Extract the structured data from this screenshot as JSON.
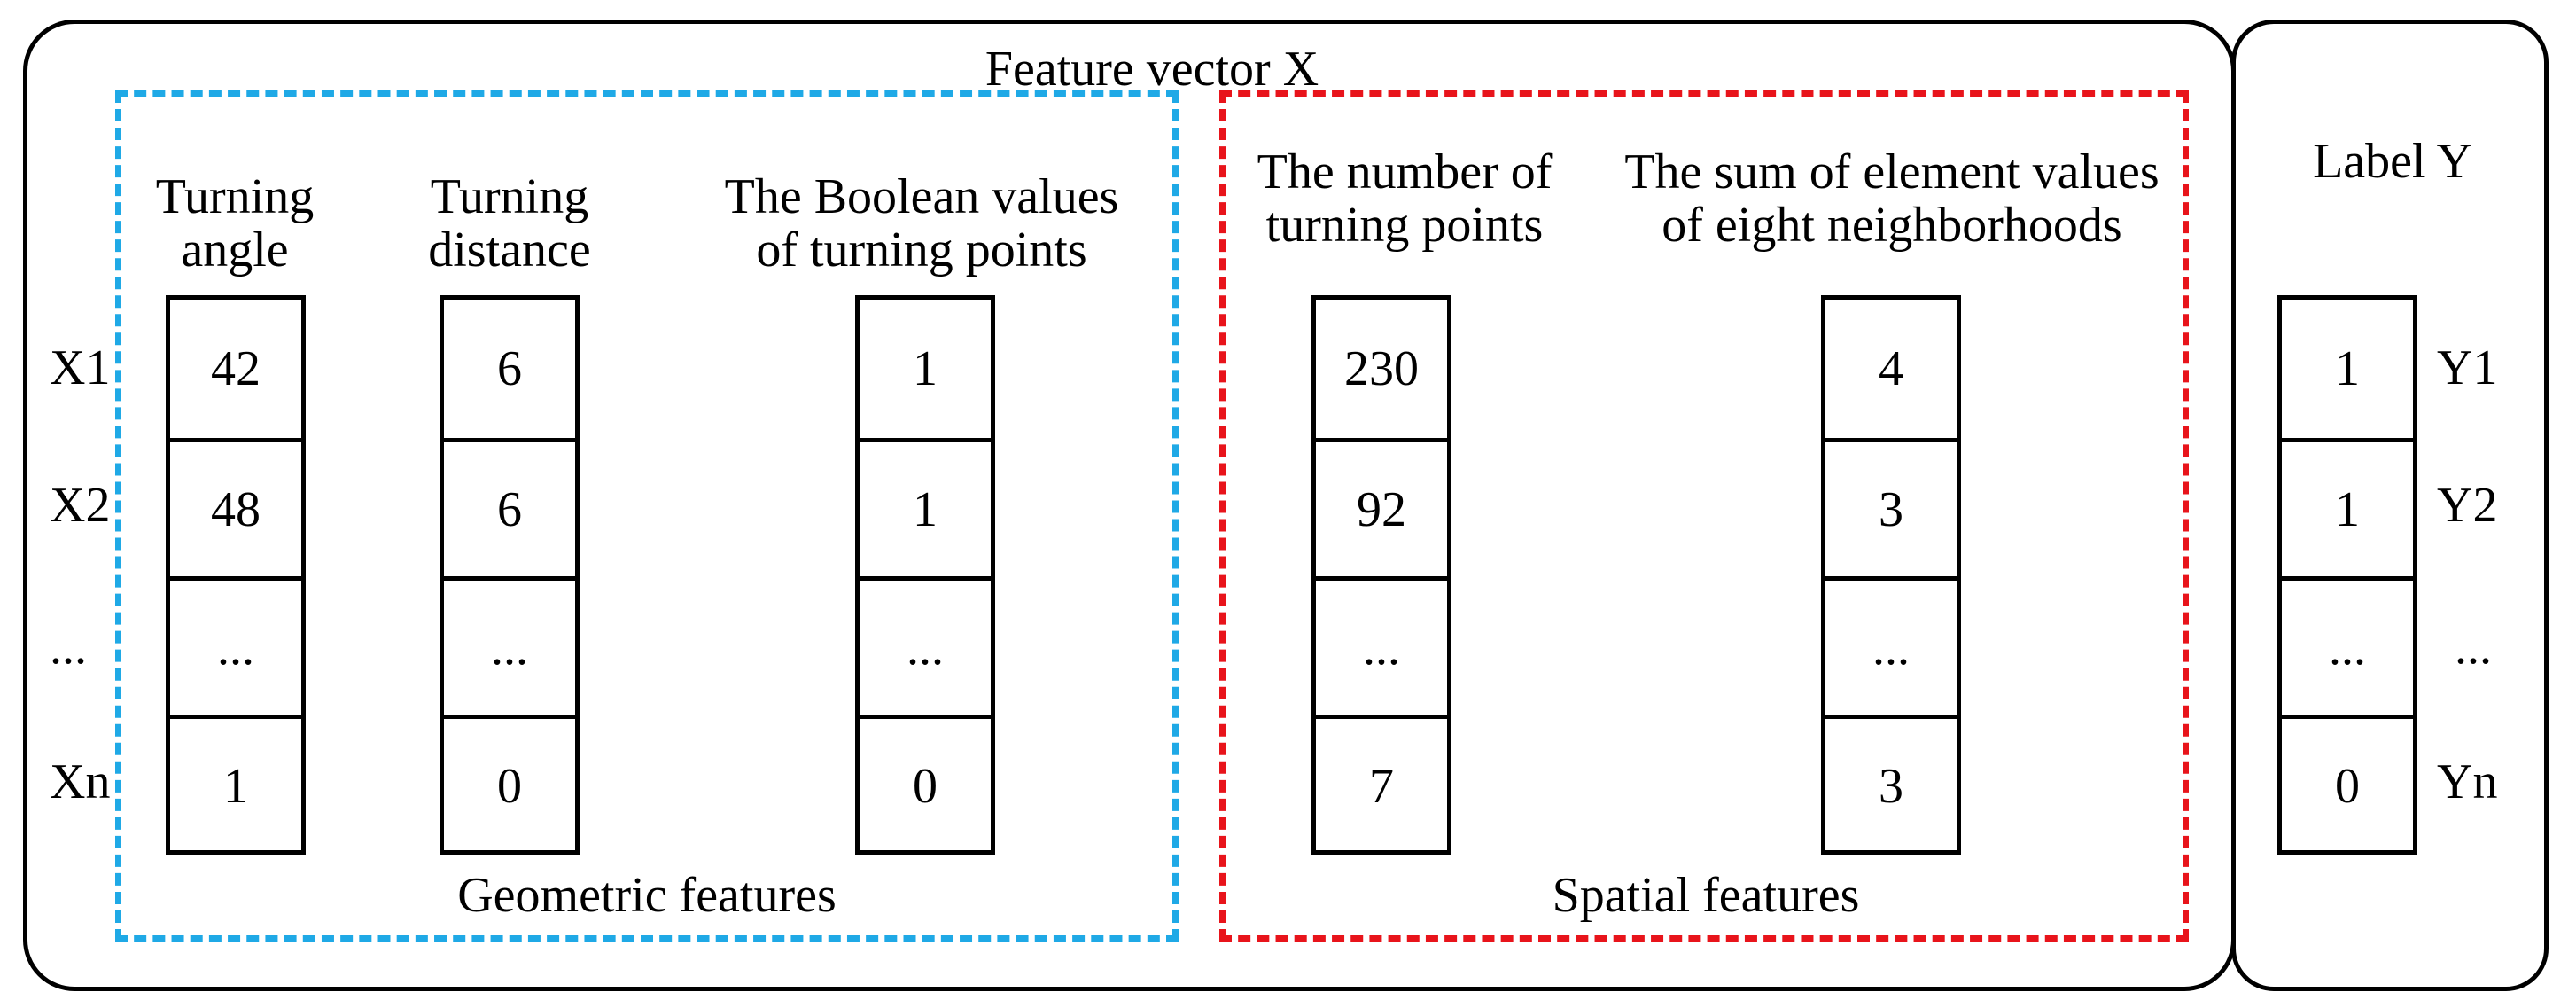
{
  "colors": {
    "geometric_border": "#1fa9e6",
    "spatial_border": "#e8141b",
    "outline": "#000000"
  },
  "feature_panel": {
    "title": "Feature vector X"
  },
  "label_panel": {
    "title": "Label Y"
  },
  "row_labels": [
    "X1",
    "X2",
    "...",
    "Xn"
  ],
  "label_row_labels": [
    "Y1",
    "Y2",
    "...",
    "Yn"
  ],
  "geometric": {
    "caption": "Geometric features",
    "columns": [
      {
        "header_line1": "Turning",
        "header_line2": "angle",
        "values": [
          "42",
          "48",
          "...",
          "1"
        ]
      },
      {
        "header_line1": "Turning",
        "header_line2": "distance",
        "values": [
          "6",
          "6",
          "...",
          "0"
        ]
      },
      {
        "header_line1": "The Boolean values",
        "header_line2": "of turning points",
        "values": [
          "1",
          "1",
          "...",
          "0"
        ]
      }
    ]
  },
  "spatial": {
    "caption": "Spatial features",
    "columns": [
      {
        "header_line1": "The number of",
        "header_line2": "turning points",
        "values": [
          "230",
          "92",
          "...",
          "7"
        ]
      },
      {
        "header_line1": "The sum of element values",
        "header_line2": "of eight neighborhoods",
        "values": [
          "4",
          "3",
          "...",
          "3"
        ]
      }
    ]
  },
  "label": {
    "values": [
      "1",
      "1",
      "...",
      "0"
    ]
  }
}
